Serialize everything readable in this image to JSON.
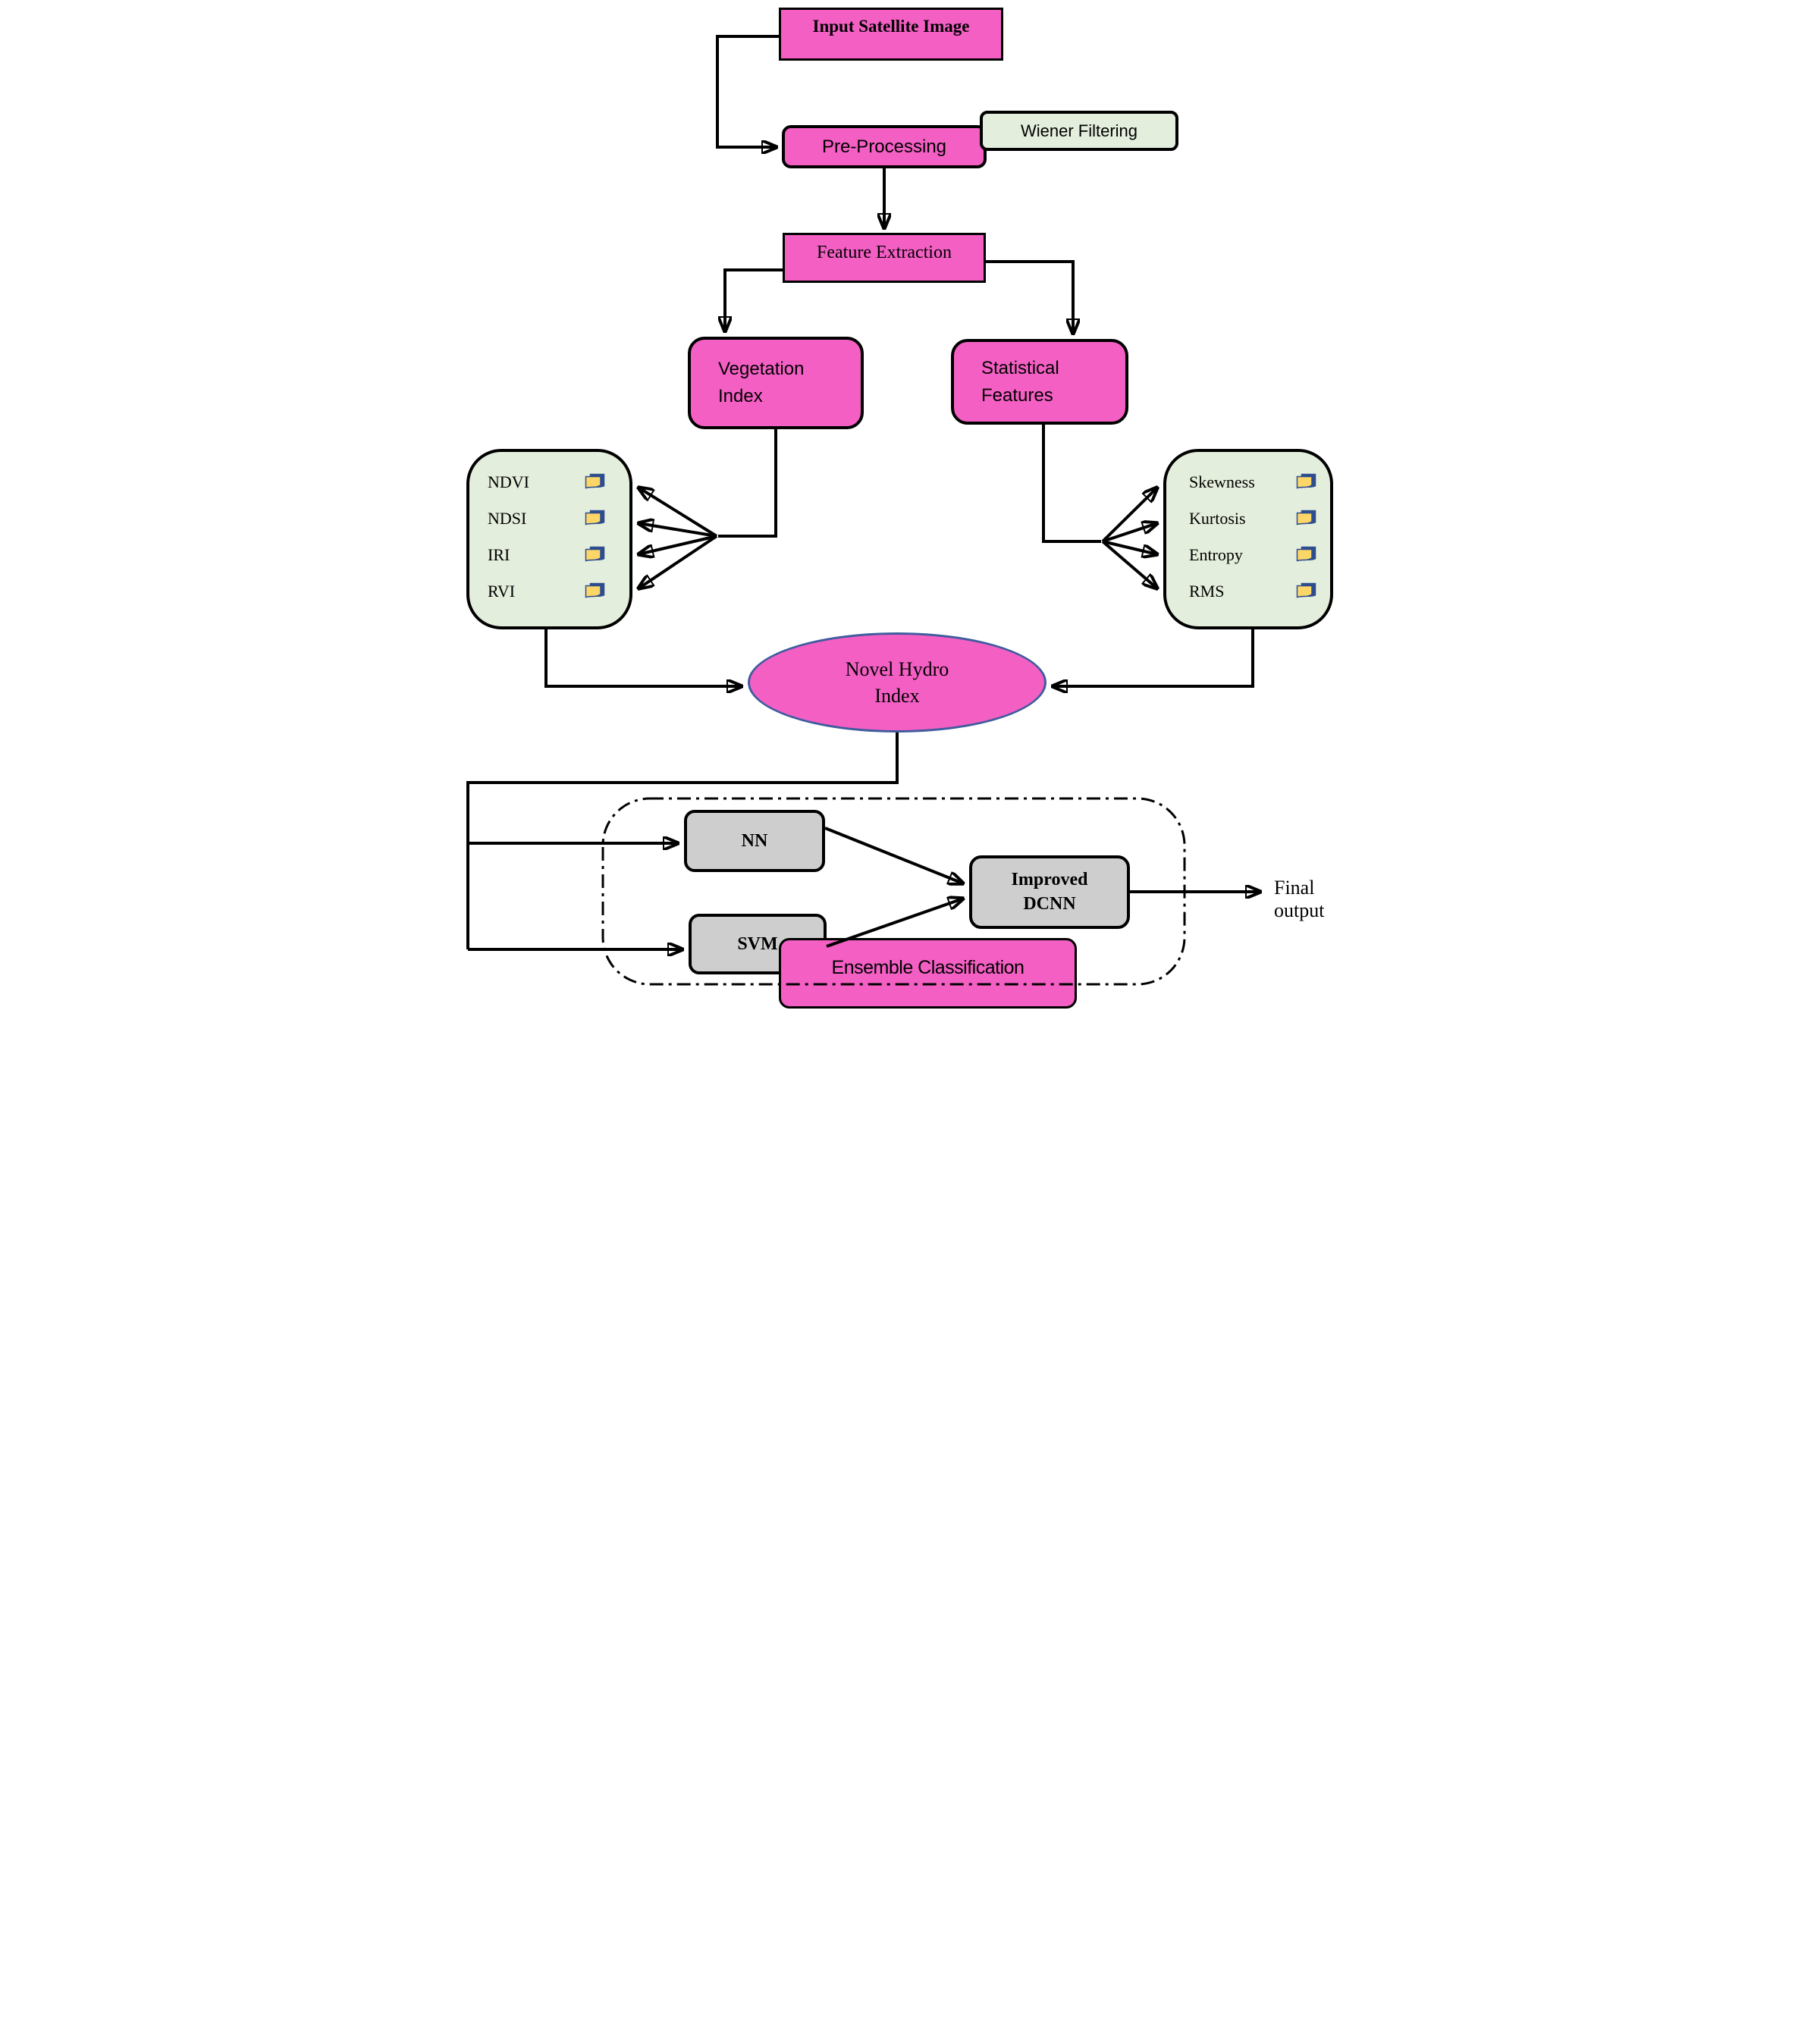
{
  "diagram": {
    "nodes": {
      "input": {
        "label": "Input Satellite Image"
      },
      "preprocessing": {
        "label": "Pre-Processing"
      },
      "wiener": {
        "label": "Wiener Filtering"
      },
      "feature_extraction": {
        "label": "Feature Extraction"
      },
      "vegetation_index": {
        "line1": "Vegetation",
        "line2": "Index"
      },
      "statistical_features": {
        "line1": "Statistical",
        "line2": "Features"
      },
      "hydro_index": {
        "line1": "Novel Hydro",
        "line2": "Index"
      },
      "nn": {
        "label": "NN"
      },
      "svm": {
        "label": "SVM"
      },
      "improved_dcnn": {
        "line1": "Improved",
        "line2": "DCNN"
      },
      "ensemble": {
        "label": "Ensemble Classification"
      },
      "final_output": {
        "label": "Final output"
      }
    },
    "vegetation_metrics": [
      "NDVI",
      "NDSI",
      "IRI",
      "RVI"
    ],
    "statistical_metrics": [
      "Skewness",
      "Kurtosis",
      "Entropy",
      "RMS"
    ],
    "icons": {
      "metric": "document-pages-icon"
    },
    "colors": {
      "pink": "#f45fc4",
      "pale-green": "#e4eedc",
      "gray": "#cecece",
      "icon-blue": "#2e4d8f",
      "icon-yellow": "#fcd666",
      "ellipse-border": "#3f5c9e",
      "line": "#000000"
    }
  }
}
